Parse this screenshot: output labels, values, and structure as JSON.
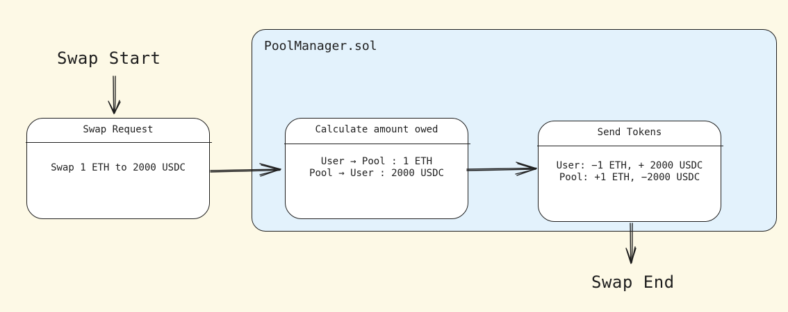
{
  "start_label": "Swap Start",
  "end_label": "Swap End",
  "container": {
    "title": "PoolManager.sol"
  },
  "nodes": {
    "swap_request": {
      "header": "Swap Request",
      "lines": [
        "Swap 1 ETH to 2000 USDC"
      ]
    },
    "calculate": {
      "header": "Calculate amount owed",
      "lines": [
        "User → Pool : 1 ETH",
        "Pool → User : 2000 USDC"
      ]
    },
    "send_tokens": {
      "header": "Send Tokens",
      "lines": [
        "User: −1 ETH, + 2000 USDC",
        "Pool: +1 ETH, −2000 USDC"
      ]
    }
  },
  "colors": {
    "background": "#fdf9e6",
    "container_fill": "#e3f2fc",
    "card_fill": "#ffffff",
    "stroke": "#1e1e1e"
  }
}
